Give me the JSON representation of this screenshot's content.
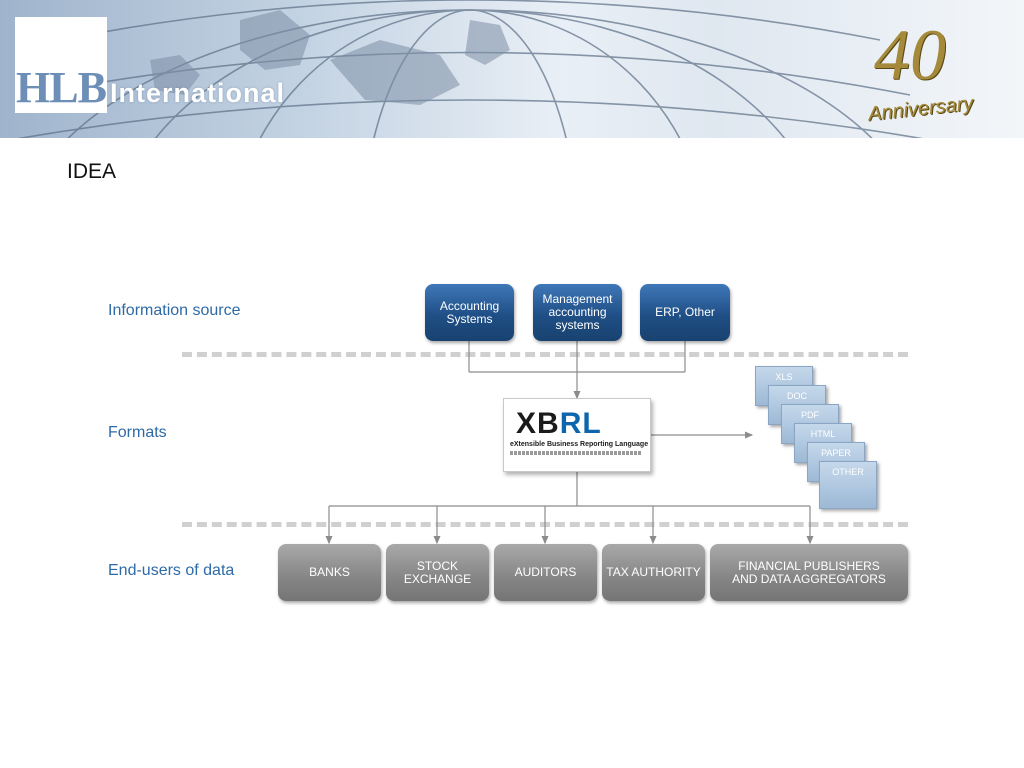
{
  "header": {
    "logo_mark": "HLB",
    "logo_word": "International",
    "anniversary_number": "40",
    "anniversary_word": "Anniversary"
  },
  "page_title": "IDEA",
  "rows": {
    "source_label": "Information source",
    "formats_label": "Formats",
    "users_label": "End-users of data"
  },
  "sources": [
    "Accounting\nSystems",
    "Management\naccounting\nsystems",
    "ERP, Other"
  ],
  "xbrl": {
    "logo_a": "XB",
    "logo_b": "RL",
    "tagline": "eXtensible Business Reporting Language"
  },
  "formats": [
    "XLS",
    "DOC",
    "PDF",
    "HTML",
    "PAPER",
    "OTHER"
  ],
  "end_users": [
    "BANKS",
    "STOCK\nEXCHANGE",
    "AUDITORS",
    "TAX AUTHORITY",
    "FINANCIAL PUBLISHERS\nAND DATA AGGREGATORS"
  ],
  "colors": {
    "source_box": "#1f4f86",
    "user_box": "#858585",
    "label_blue": "#2e6aa6",
    "connector": "#8c8c8c"
  }
}
